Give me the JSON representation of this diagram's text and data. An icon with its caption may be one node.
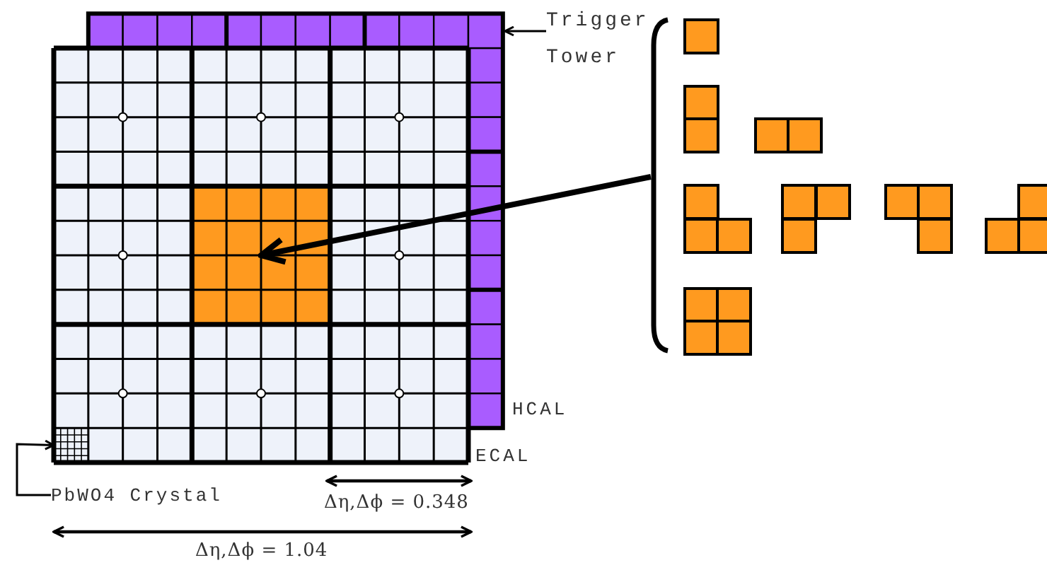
{
  "diagram": {
    "nodes": [
      {
        "text": [
          "Trigger Tower"
        ]
      },
      {
        "text": [
          "PbWO4 Crystal"
        ]
      },
      {
        "text": [],
        "shape": "box"
      },
      {
        "text": [],
        "shape": "box"
      },
      {
        "text": [],
        "shape": "bracket"
      }
    ],
    "edges": [
      {
        "from": 0,
        "to": null,
        "arrow": "to"
      },
      {
        "from": 1,
        "to": 2,
        "arrow": "to"
      },
      {
        "from": 4,
        "to": 3,
        "arrow": "to",
        "style": "thick"
      }
    ],
    "labels": [
      "HCAL",
      "ECAL",
      "Δη,Δϕ = 0.348",
      "Δη,Δϕ = 1.04"
    ]
  }
}
